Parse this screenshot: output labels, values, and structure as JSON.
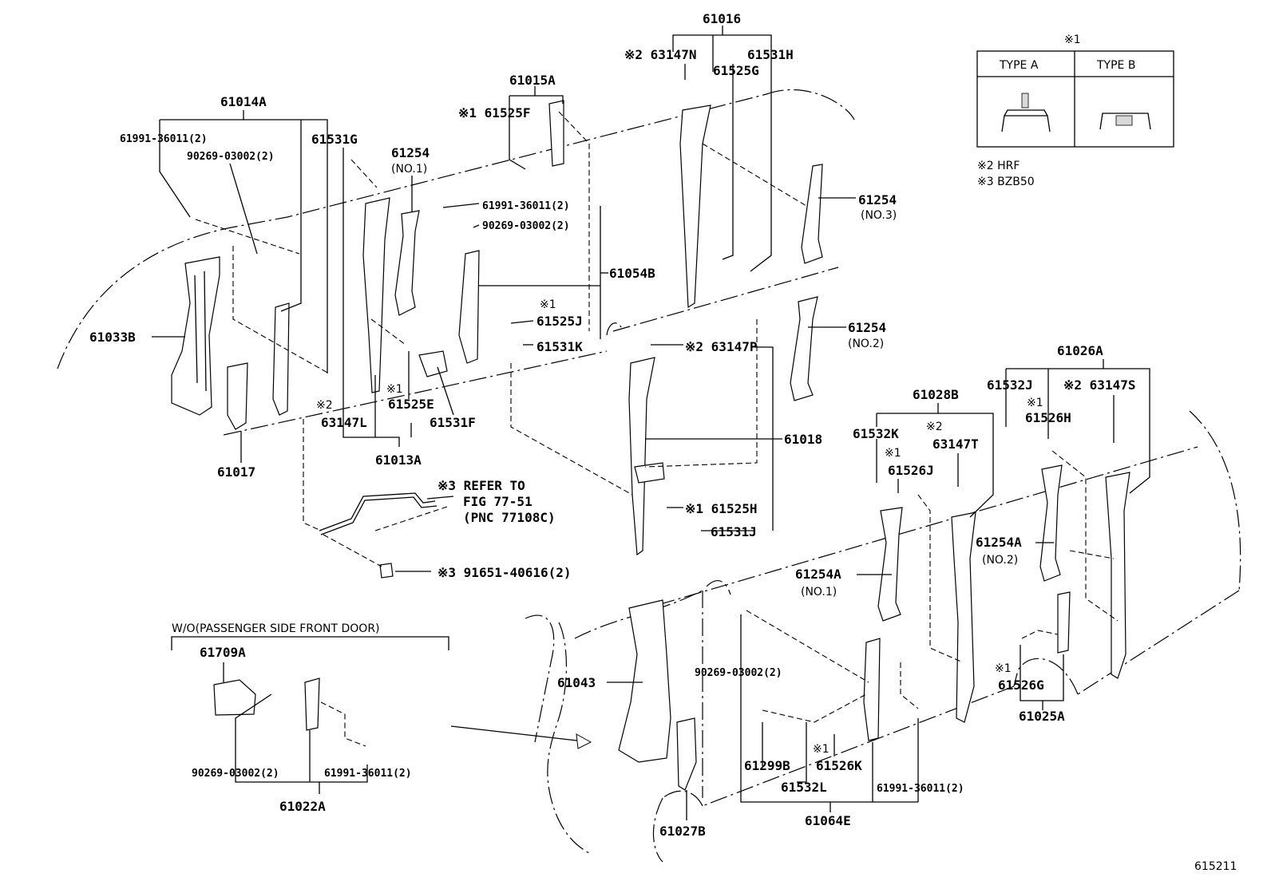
{
  "diagram_id": "615211",
  "legend": {
    "mark1": "※1",
    "type_a": "TYPE A",
    "type_b": "TYPE B",
    "note2": "※2 HRF",
    "note3": "※3 BZB50"
  },
  "inset": {
    "title": "W/O(PASSENGER SIDE FRONT DOOR)"
  },
  "labels": {
    "p61016": "61016",
    "p63147N": "※2 63147N",
    "p61531H": "61531H",
    "p61525G": "61525G",
    "p61015A": "61015A",
    "p61525F": "※1 61525F",
    "p61014A": "61014A",
    "p61991a": "61991-36011(2)",
    "p90269a": "90269-03002(2)",
    "p61531G": "61531G",
    "p61254": "61254",
    "p61254no1": "(NO.1)",
    "p61991b": "61991-36011(2)",
    "p90269b": "90269-03002(2)",
    "p61054B": "61054B",
    "p61254_3": "61254",
    "p61254no3": "(NO.3)",
    "p61033B": "61033B",
    "m1a": "※1",
    "p61525J": "61525J",
    "p61531K": "61531K",
    "p61254_2": "61254",
    "p61254no2": "(NO.2)",
    "p63147P": "※2 63147P",
    "p61026A": "61026A",
    "m2a": "※2",
    "p63147L": "63147L",
    "m1b": "※1",
    "p61525E": "61525E",
    "p61531F": "61531F",
    "p61013A": "61013A",
    "p61017": "61017",
    "p61018": "61018",
    "p61028B": "61028B",
    "p61532J": "61532J",
    "p63147S": "※2 63147S",
    "m1c": "※1",
    "p61526H": "61526H",
    "p61532K": "61532K",
    "m2b": "※2",
    "p63147T": "63147T",
    "m1d": "※1",
    "p61526J": "61526J",
    "refer1": "※3 REFER TO",
    "refer2": "FIG 77-51",
    "refer3": "(PNC 77108C)",
    "p61525H": "※1 61525H",
    "p61531J": "61531J",
    "p61254A2": "61254A",
    "p61254Ano2": "(NO.2)",
    "p91651": "※3 91651-40616(2)",
    "p61254A1": "61254A",
    "p61254Ano1": "(NO.1)",
    "p61709A": "61709A",
    "p61043": "61043",
    "p90269c": "90269-03002(2)",
    "m1e": "※1",
    "p61526G": "61526G",
    "p61025A": "61025A",
    "p90269d": "90269-03002(2)",
    "p61991c": "61991-36011(2)",
    "p61022A": "61022A",
    "p61299B": "61299B",
    "m1f": "※1",
    "p61526K": "61526K",
    "p61532L": "61532L",
    "p61991d": "61991-36011(2)",
    "p61064E": "61064E",
    "p61027B": "61027B"
  }
}
